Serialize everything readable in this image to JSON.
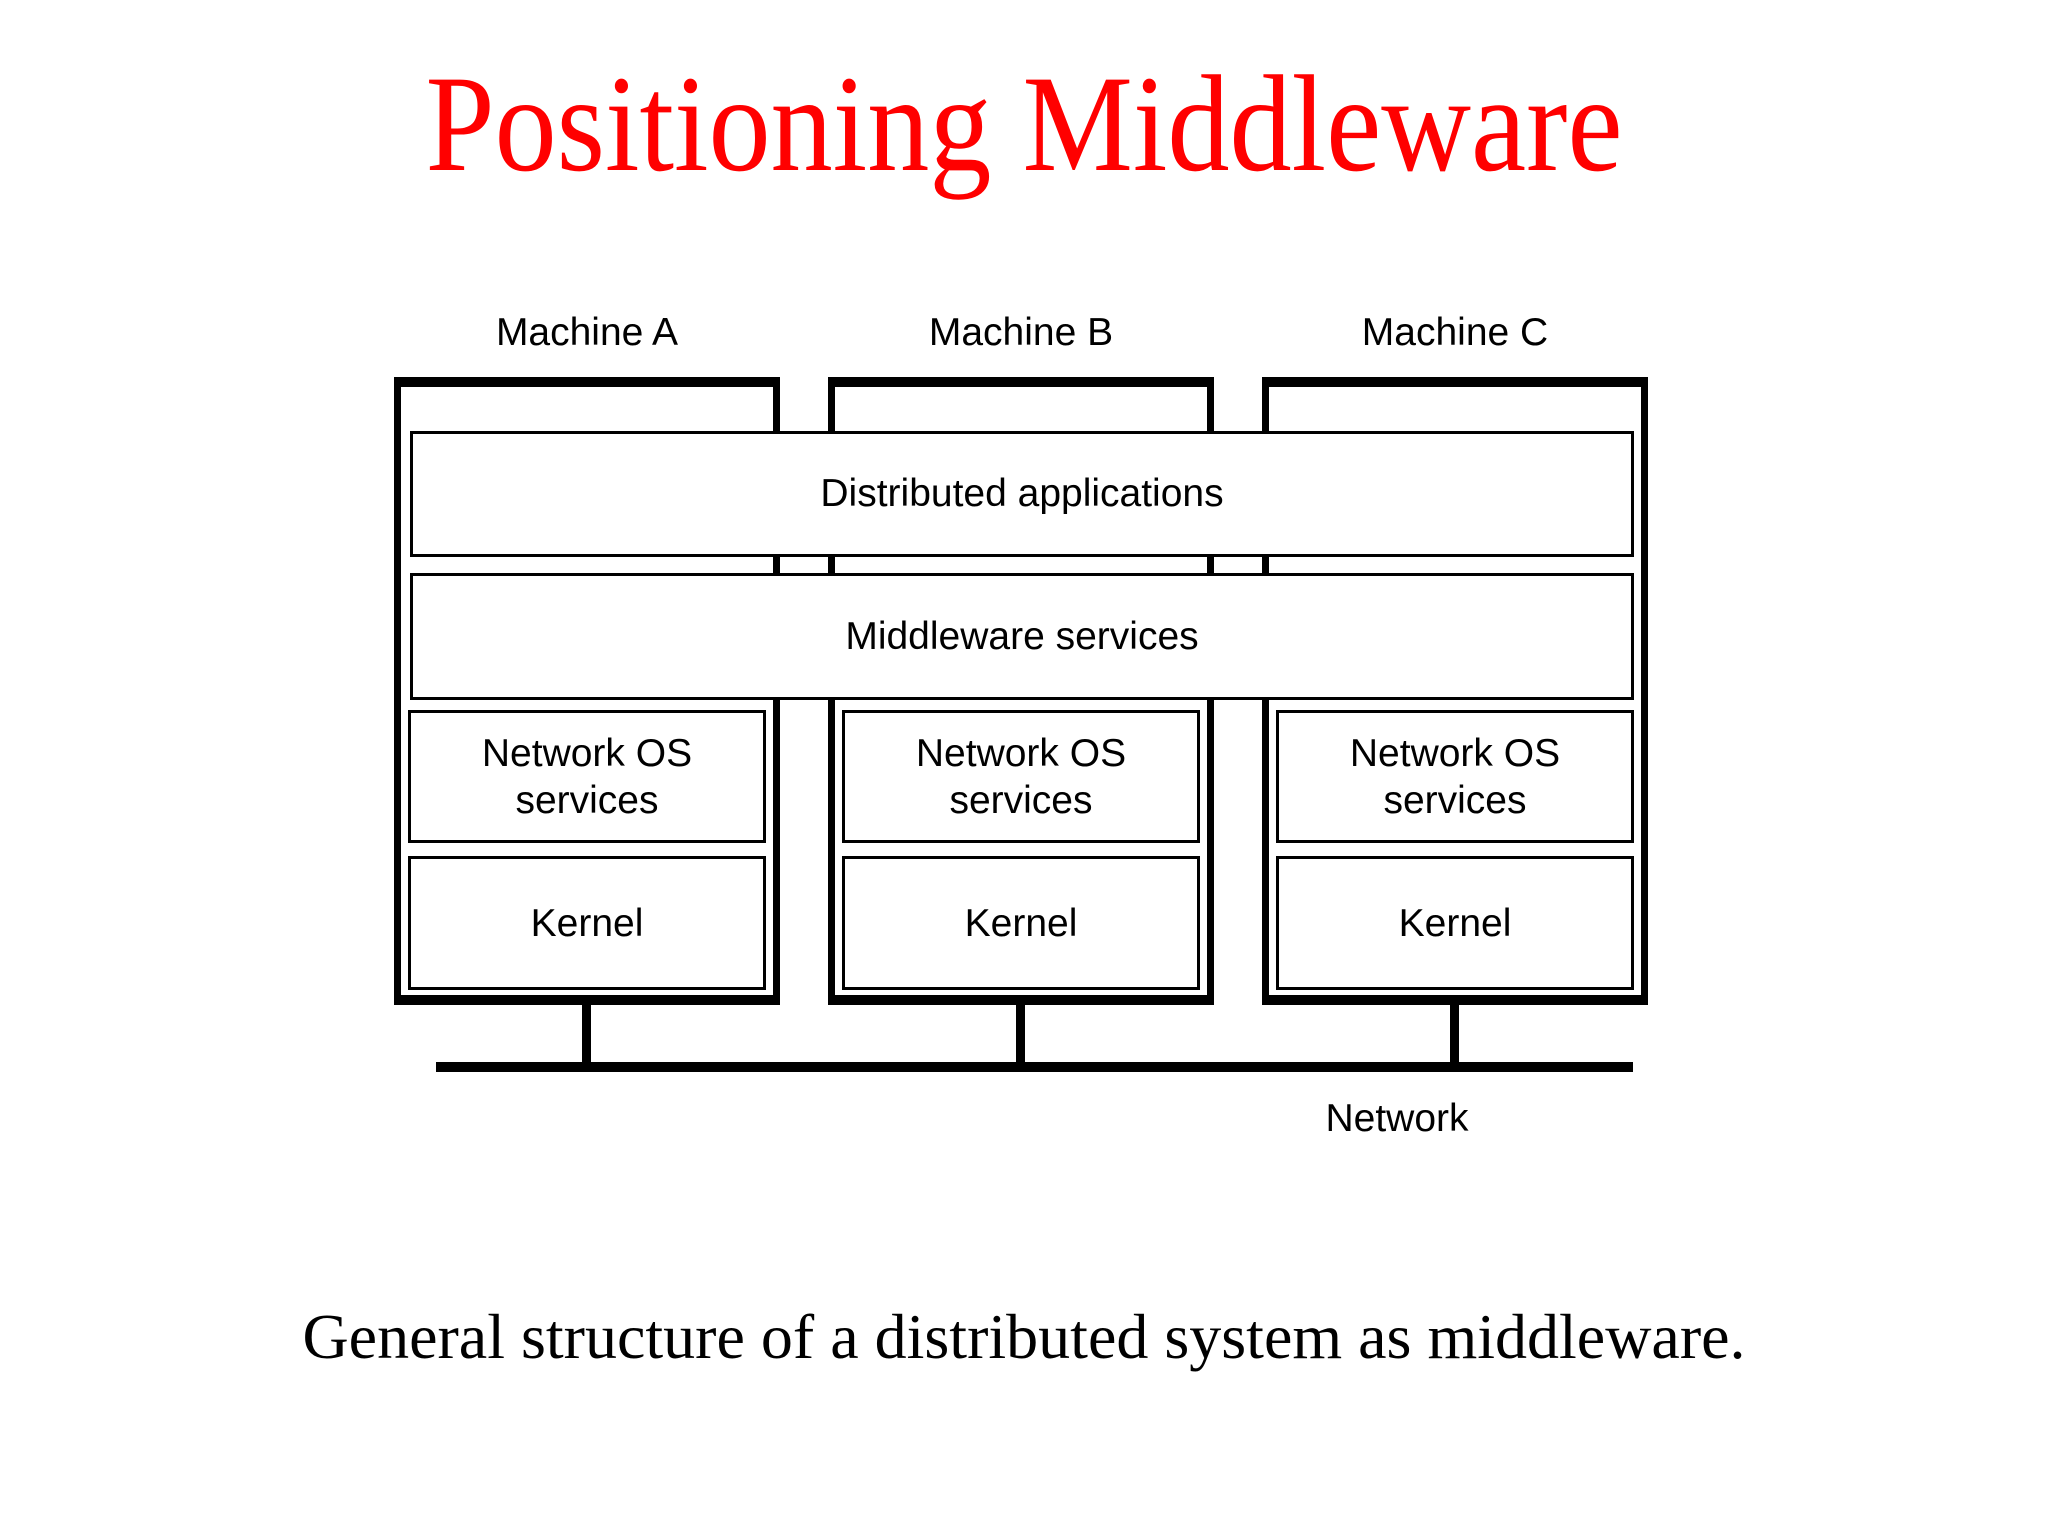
{
  "slide": {
    "title": "Positioning Middleware",
    "title_color": "#ff0000",
    "caption": "General structure of a distributed system as middleware."
  },
  "diagram": {
    "layers": {
      "applications": "Distributed applications",
      "middleware": "Middleware services"
    },
    "machines": [
      {
        "label": "Machine A",
        "os_lines": [
          "Network OS",
          "services"
        ],
        "kernel": "Kernel"
      },
      {
        "label": "Machine B",
        "os_lines": [
          "Network OS",
          "services"
        ],
        "kernel": "Kernel"
      },
      {
        "label": "Machine C",
        "os_lines": [
          "Network OS",
          "services"
        ],
        "kernel": "Kernel"
      }
    ],
    "network_label": "Network",
    "line_color": "#000000",
    "background_color": "#ffffff"
  }
}
